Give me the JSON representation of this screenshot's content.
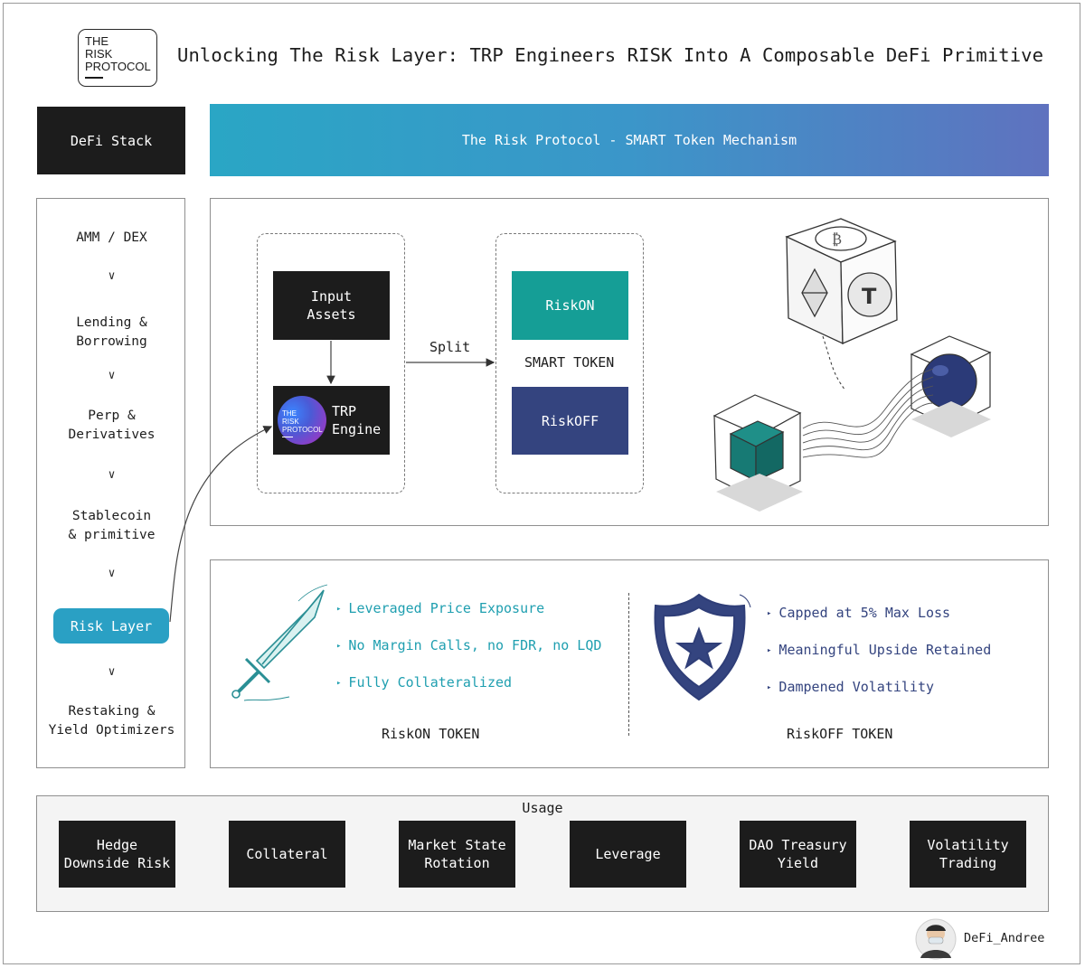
{
  "logo": {
    "lines": [
      "THE",
      "RISK",
      "PROTOCOL"
    ]
  },
  "header": {
    "title": "Unlocking The Risk Layer: TRP Engineers RISK Into A Composable DeFi Primitive"
  },
  "defi_stack": {
    "label": "DeFi Stack",
    "items": [
      {
        "line1": "AMM / DEX",
        "line2": ""
      },
      {
        "line1": "Lending &",
        "line2": "Borrowing"
      },
      {
        "line1": "Perp &",
        "line2": "Derivatives"
      },
      {
        "line1": "Stablecoin",
        "line2": "& primitive"
      },
      {
        "line1": "Risk Layer",
        "line2": ""
      },
      {
        "line1": "Restaking &",
        "line2": "Yield Optimizers"
      }
    ],
    "chevron": "∨"
  },
  "mechanism": {
    "banner": "The Risk Protocol - SMART Token Mechanism",
    "input_assets": {
      "line1": "Input",
      "line2": "Assets"
    },
    "engine": {
      "line1": "TRP",
      "line2": "Engine",
      "logo_lines": [
        "THE",
        "RISK",
        "PROTOCOL"
      ]
    },
    "split_label": "Split",
    "riskon_label": "RiskON",
    "riskoff_label": "RiskOFF",
    "smart_token_label": "SMART TOKEN"
  },
  "tokens": {
    "riskon": {
      "bullets": [
        "Leveraged Price Exposure",
        "No Margin Calls, no FDR, no LQD",
        "Fully Collateralized"
      ],
      "caption": "RiskON TOKEN"
    },
    "riskoff": {
      "bullets": [
        "Capped at 5% Max Loss",
        "Meaningful Upside Retained",
        "Dampened Volatility"
      ],
      "caption": "RiskOFF TOKEN"
    },
    "bullet_glyph": "▸"
  },
  "usage": {
    "title": "Usage",
    "items": [
      {
        "line1": "Hedge",
        "line2": "Downside Risk"
      },
      {
        "line1": "Collateral",
        "line2": ""
      },
      {
        "line1": "Market State",
        "line2": "Rotation"
      },
      {
        "line1": "Leverage",
        "line2": ""
      },
      {
        "line1": "DAO Treasury",
        "line2": "Yield"
      },
      {
        "line1": "Volatility",
        "line2": "Trading"
      }
    ]
  },
  "author": {
    "handle": "DeFi_Andree"
  },
  "colors": {
    "teal": "#159e96",
    "navy": "#34447f",
    "accent_blue": "#2aa0c4",
    "dark": "#1c1c1c"
  }
}
